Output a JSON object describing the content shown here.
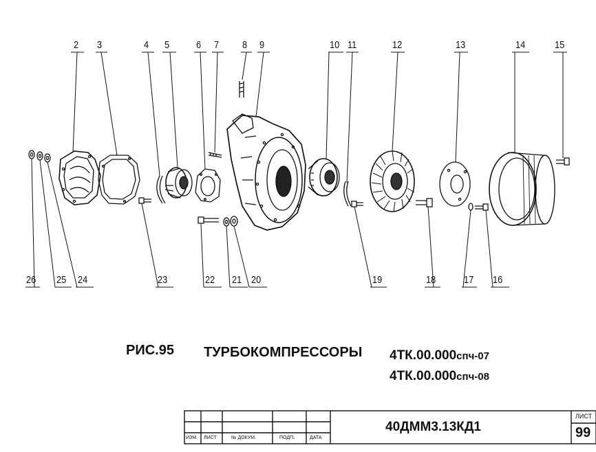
{
  "callouts": [
    {
      "id": "2",
      "text": "2"
    },
    {
      "id": "3",
      "text": "3"
    },
    {
      "id": "4",
      "text": "4"
    },
    {
      "id": "5",
      "text": "5"
    },
    {
      "id": "6",
      "text": "6"
    },
    {
      "id": "7",
      "text": "7"
    },
    {
      "id": "8",
      "text": "8"
    },
    {
      "id": "9",
      "text": "9"
    },
    {
      "id": "10",
      "text": "10"
    },
    {
      "id": "11",
      "text": "11"
    },
    {
      "id": "12",
      "text": "12"
    },
    {
      "id": "13",
      "text": "13"
    },
    {
      "id": "14",
      "text": "14"
    },
    {
      "id": "15",
      "text": "15"
    },
    {
      "id": "26",
      "text": "26"
    },
    {
      "id": "25",
      "text": "25"
    },
    {
      "id": "24",
      "text": "24"
    },
    {
      "id": "23",
      "text": "23"
    },
    {
      "id": "22",
      "text": "22"
    },
    {
      "id": "21",
      "text": "21"
    },
    {
      "id": "20",
      "text": "20"
    },
    {
      "id": "19",
      "text": "19"
    },
    {
      "id": "18",
      "text": "18"
    },
    {
      "id": "17",
      "text": "17"
    },
    {
      "id": "16",
      "text": "16"
    }
  ],
  "caption": {
    "figure": "РИС.95",
    "title": "ТУРБОКОМПРЕССОРЫ",
    "code1_main": "4ТК.00.000",
    "code1_suffix": "спч-07",
    "code2_main": "4ТК.00.000",
    "code2_suffix": "спч-08"
  },
  "title_block": {
    "headers": [
      "ИЗМ.",
      "ЛИСТ",
      "№ ДОКУМ.",
      "ПОДП.",
      "ДАТА"
    ],
    "document_number": "40ДММ3.13КД1",
    "sheet_label": "ЛИСТ",
    "sheet_number": "99"
  }
}
